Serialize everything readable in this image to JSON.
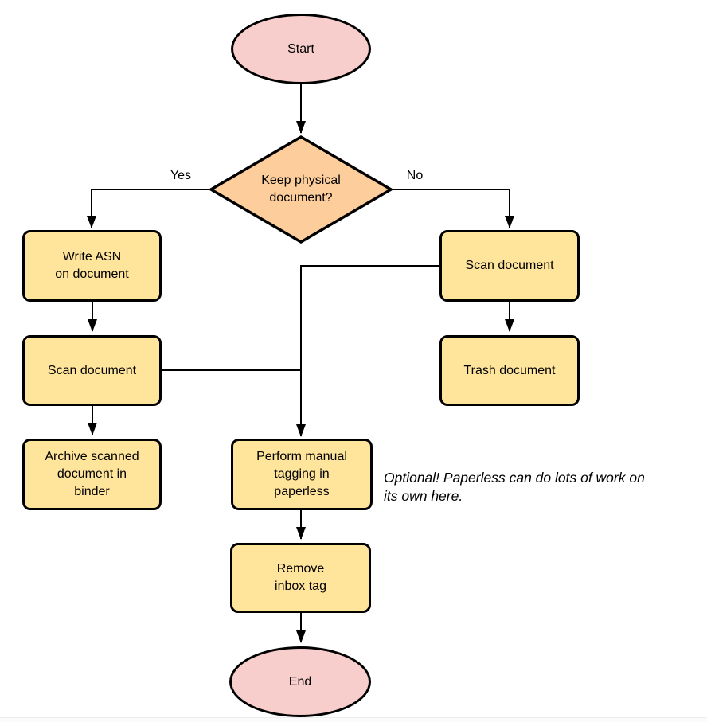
{
  "diagram": {
    "kind": "flowchart",
    "background": "#ffffff"
  },
  "colors": {
    "terminal_fill": "#f8cecc",
    "decision_fill": "#fdcd9c",
    "process_fill": "#ffe49c",
    "stroke": "#000000"
  },
  "nodes": {
    "start": {
      "label": "Start",
      "shape": "ellipse"
    },
    "decision": {
      "label": "Keep physical\ndocument?",
      "shape": "diamond"
    },
    "write_asn": {
      "label": "Write ASN\non document",
      "shape": "rectangle"
    },
    "scan_left": {
      "label": "Scan document",
      "shape": "rectangle"
    },
    "archive": {
      "label": "Archive scanned\ndocument in\nbinder",
      "shape": "rectangle"
    },
    "scan_right": {
      "label": "Scan document",
      "shape": "rectangle"
    },
    "trash": {
      "label": "Trash document",
      "shape": "rectangle"
    },
    "tagging": {
      "label": "Perform manual\ntagging in\npaperless",
      "shape": "rectangle"
    },
    "remove_inbox": {
      "label": "Remove\ninbox tag",
      "shape": "rectangle"
    },
    "end": {
      "label": "End",
      "shape": "ellipse"
    }
  },
  "edge_labels": {
    "yes": "Yes",
    "no": "No"
  },
  "note": {
    "text": "Optional! Paperless can do lots of work on\nits own here."
  }
}
